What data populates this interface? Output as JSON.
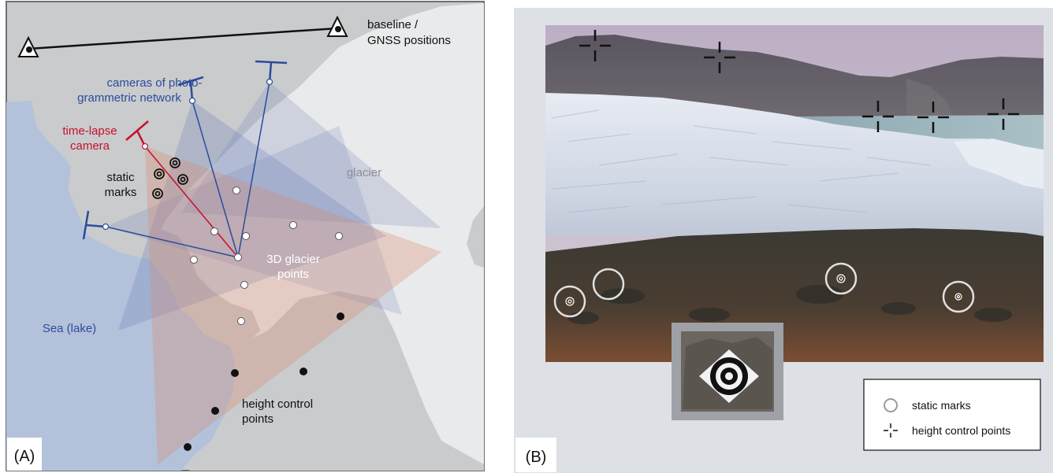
{
  "panel_a": {
    "label": "(A)",
    "baseline_label": [
      "baseline /",
      "GNSS positions"
    ],
    "cameras_label": [
      "cameras of photo-",
      "grammetric network"
    ],
    "timelapse_label": [
      "time-lapse",
      "camera"
    ],
    "static_marks_label": [
      "static",
      "marks"
    ],
    "glacier_label": "glacier",
    "glacier_points_label": [
      "3D glacier",
      "points"
    ],
    "sea_label": "Sea (lake)",
    "height_control_label": [
      "height control",
      "points"
    ]
  },
  "panel_b": {
    "label": "(B)",
    "legend": {
      "static_marks": "static marks",
      "height_control_points": "height control points"
    }
  },
  "colors": {
    "land": "#c9cbcd",
    "glacier": "#e9eaeb",
    "sea": "#b3c2da",
    "camera_blue": "#2b4c9a",
    "timelapse_red": "#c8102e",
    "photo_bg": "#dde1e5"
  }
}
